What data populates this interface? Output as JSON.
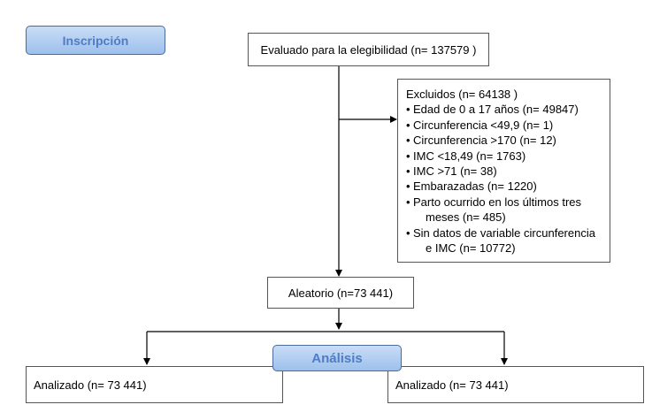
{
  "stages": {
    "enrollment": "Inscripción",
    "analysis": "Análisis"
  },
  "boxes": {
    "assessed": "Evaluado para la elegibilidad (n= 137579 )",
    "randomized": "Aleatorio (n=73 441)",
    "analyzed_left": "Analizado (n= 73 441)",
    "analyzed_right": "Analizado (n= 73 441)"
  },
  "excluded": {
    "heading": "Excluidos (n= 64138 )",
    "items": [
      {
        "line1": "Edad de 0 a 17 años (n= 49847)",
        "line2": ""
      },
      {
        "line1": "Circunferencia <49,9 (n= 1)",
        "line2": ""
      },
      {
        "line1": "Circunferencia >170 (n= 12)",
        "line2": ""
      },
      {
        "line1": "IMC <18,49 (n= 1763)",
        "line2": ""
      },
      {
        "line1": "IMC >71 (n= 38)",
        "line2": ""
      },
      {
        "line1": "Embarazadas (n= 1220)",
        "line2": ""
      },
      {
        "line1": "Parto ocurrido en los últimos tres",
        "line2": "meses (n= 485)"
      },
      {
        "line1": "Sin datos de variable circunferencia",
        "line2": "e IMC (n= 10772)"
      }
    ]
  }
}
